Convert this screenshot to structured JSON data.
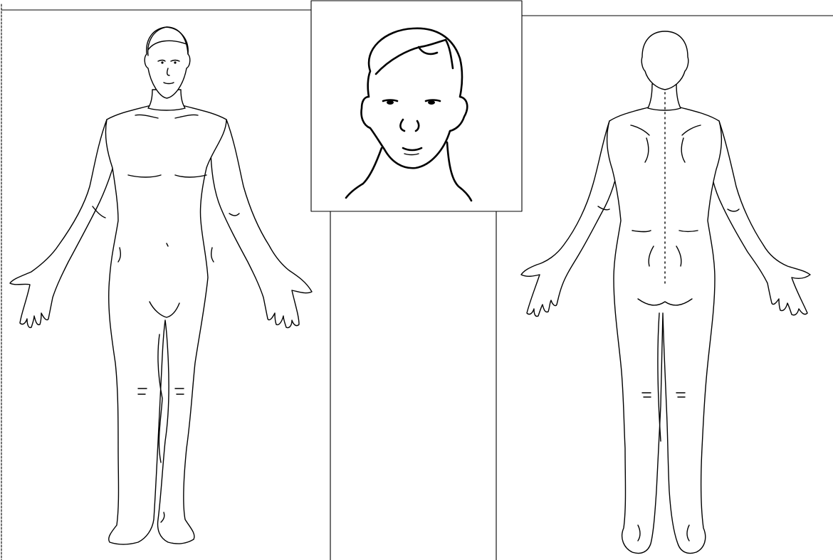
{
  "diagram": {
    "panels": [
      {
        "id": "anterior-view"
      },
      {
        "id": "head-closeup"
      },
      {
        "id": "posterior-view"
      }
    ],
    "colors": {
      "background": "#ffffff",
      "stroke": "#000000"
    }
  }
}
